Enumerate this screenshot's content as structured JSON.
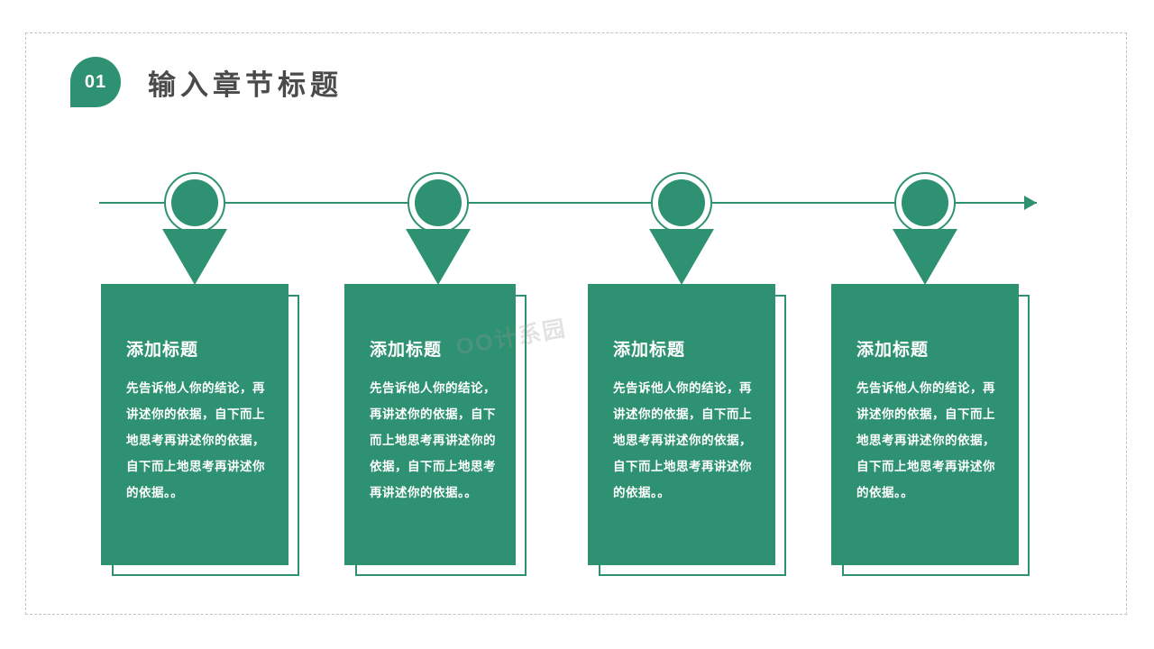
{
  "header": {
    "number": "01",
    "title": "输入章节标题"
  },
  "theme": {
    "accent": "#2e9272",
    "title_color": "#4a4a4a",
    "border_color": "#b9c6c2",
    "card_text": "#ffffff"
  },
  "watermark": "OO计系园",
  "cards": [
    {
      "title": "添加标题",
      "body": "先告诉他人你的结论，再讲述你的依据，自下而上地思考再讲述你的依据，自下而上地思考再讲述你的依据。。"
    },
    {
      "title": "添加标题",
      "body": "先告诉他人你的结论，再讲述你的依据，自下而上地思考再讲述你的依据，自下而上地思考再讲述你的依据。。"
    },
    {
      "title": "添加标题",
      "body": "先告诉他人你的结论，再讲述你的依据，自下而上地思考再讲述你的依据，自下而上地思考再讲述你的依据。。"
    },
    {
      "title": "添加标题",
      "body": "先告诉他人你的结论，再讲述你的依据，自下而上地思考再讲述你的依据，自下而上地思考再讲述你的依据。。"
    }
  ]
}
